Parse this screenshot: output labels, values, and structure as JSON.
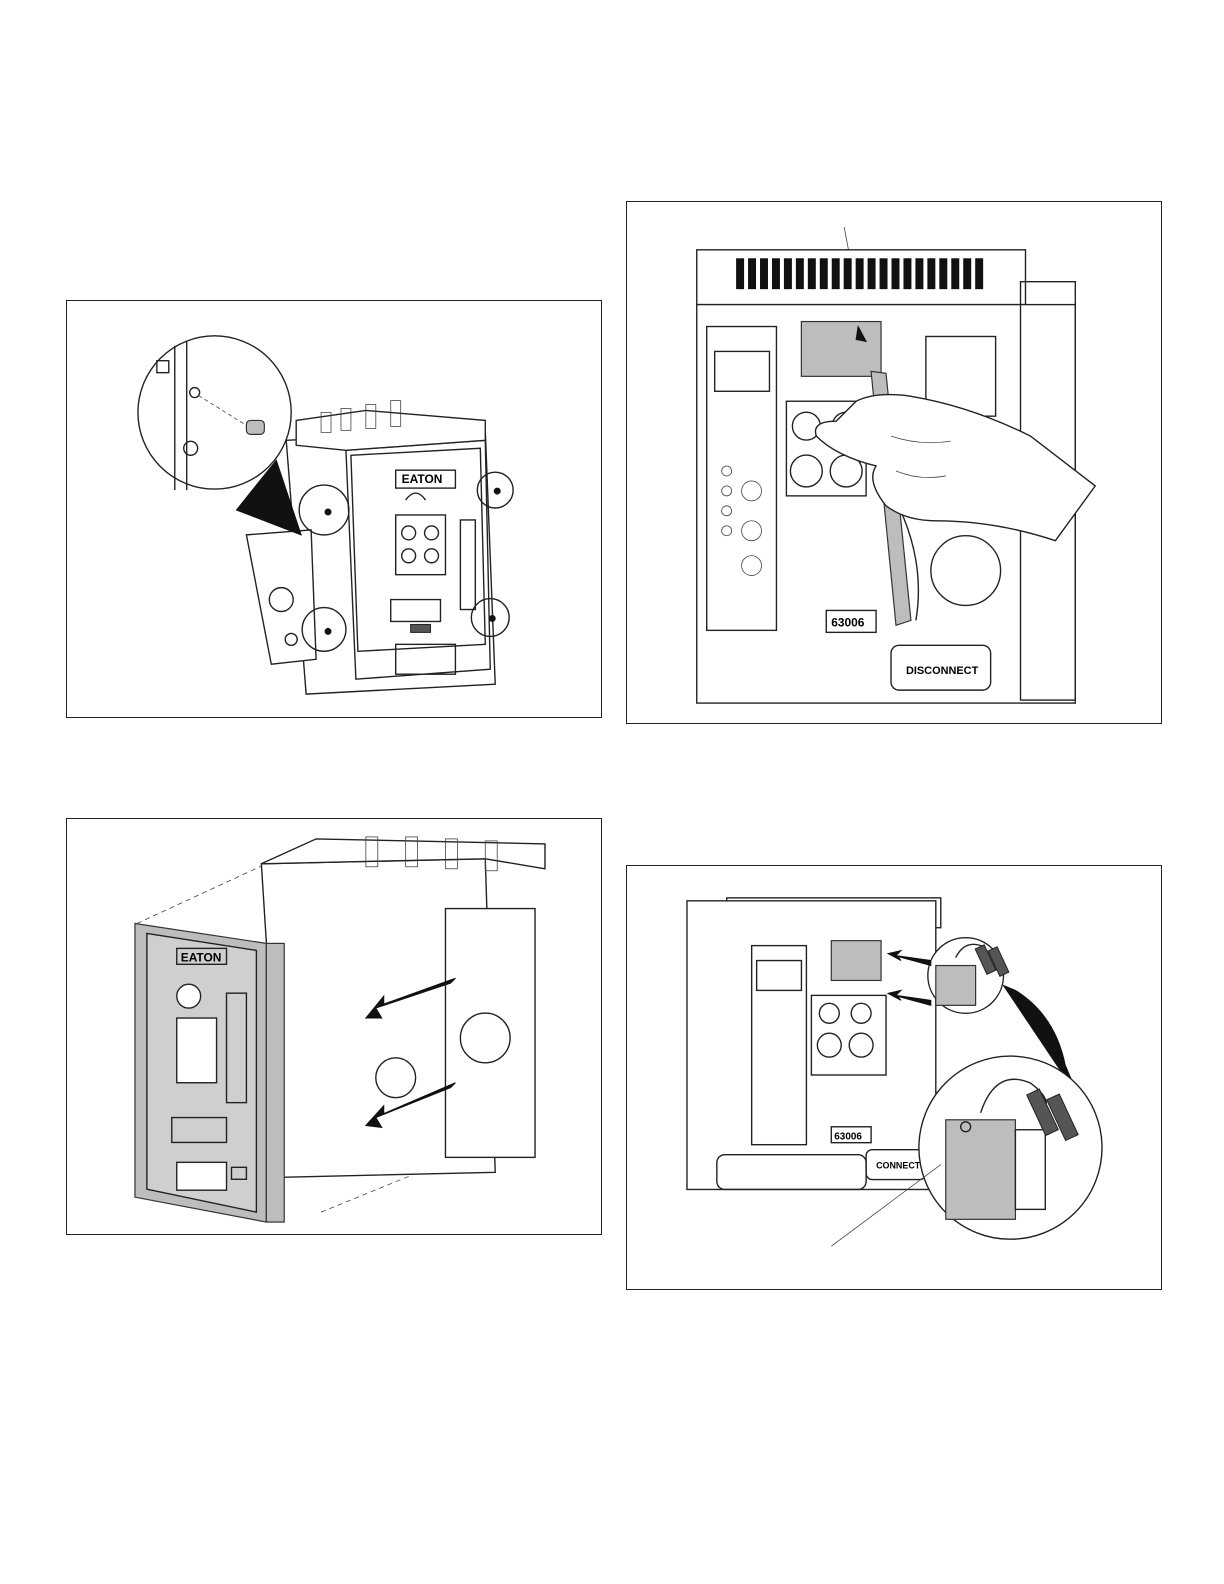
{
  "brand": {
    "logo_text": "EATON",
    "front_cover_logo_text": "EATON"
  },
  "labels": {
    "disconnect": "DISCONNECT",
    "model_code": "63006",
    "model_code_br": "63006",
    "connect_br": "CONNECT"
  },
  "icons": {
    "arrow": "arrow-icon",
    "magnifier": "detail-circle-icon"
  },
  "colors": {
    "line": "#222222",
    "gray_fill": "#bdbdbd",
    "dark_fill": "#555555",
    "background": "#ffffff"
  }
}
